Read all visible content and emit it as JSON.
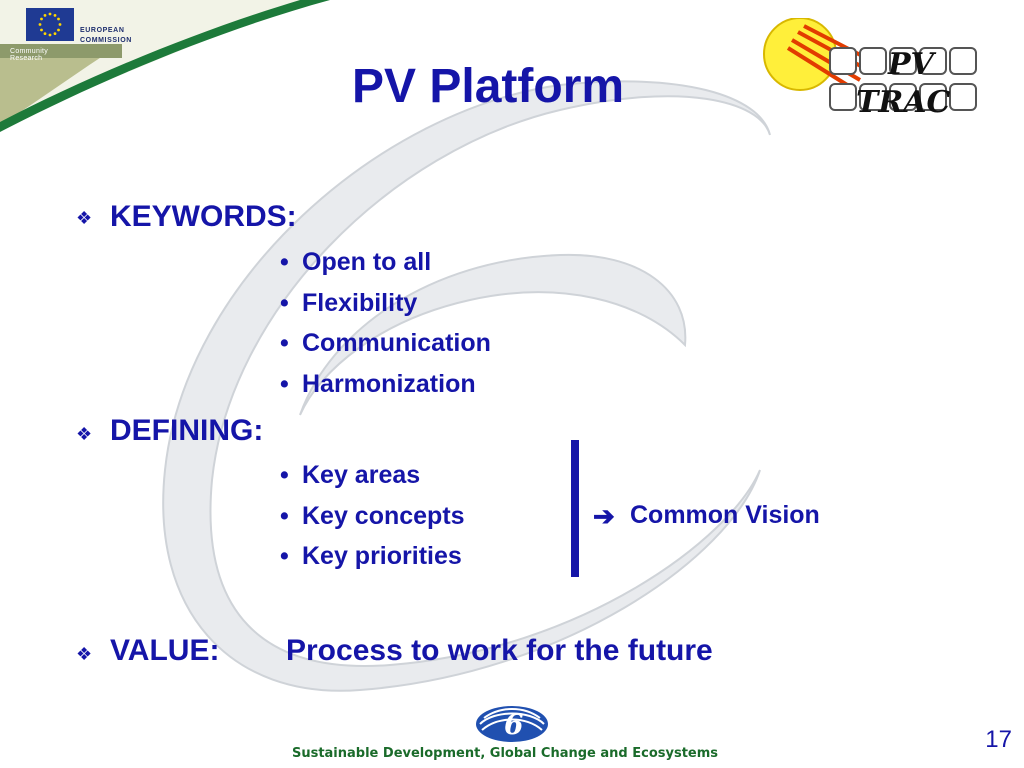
{
  "header": {
    "org_line1": "EUROPEAN",
    "org_line2": "COMMISSION",
    "tagline": "Community Research"
  },
  "logo": {
    "line1": "PV",
    "line2": "TRAC"
  },
  "slide": {
    "title": "PV Platform",
    "bullet_marker": "❖",
    "sub_marker": "•",
    "sections": {
      "keywords": {
        "label": "KEYWORDS:",
        "items": [
          "Open to all",
          "Flexibility",
          "Communication",
          "Harmonization"
        ]
      },
      "defining": {
        "label": "DEFINING:",
        "items": [
          "Key areas",
          "Key concepts",
          "Key priorities"
        ],
        "arrow": "➔",
        "result": "Common Vision"
      },
      "value": {
        "label": "VALUE:",
        "text": "Process to work for the future"
      }
    }
  },
  "footer": {
    "program_logo_text": "6",
    "text": "Sustainable Development, Global Change and Ecosystems",
    "page_number": "17"
  },
  "colors": {
    "title_blue": "#1515a8",
    "footer_green": "#1a6b2a",
    "eu_blue": "#1f2f6e",
    "eu_band_green": "#1d7a3a",
    "eu_band_olive": "#9aa56a"
  }
}
